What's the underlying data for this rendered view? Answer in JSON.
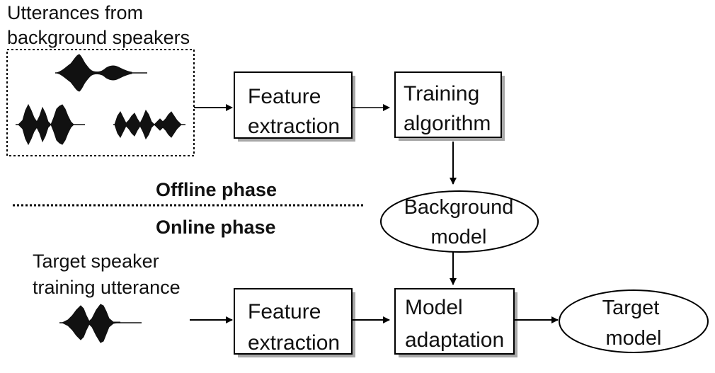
{
  "labels": {
    "background_utterances": [
      "Utterances from",
      "background speakers"
    ],
    "target_utterance": [
      "Target speaker",
      "training utterance"
    ]
  },
  "phases": {
    "offline": "Offline phase",
    "online": "Online phase"
  },
  "nodes": {
    "feature_extraction_offline": [
      "Feature",
      "extraction"
    ],
    "training_algorithm": [
      "Training",
      "algorithm"
    ],
    "background_model": [
      "Background",
      "model"
    ],
    "feature_extraction_online": [
      "Feature",
      "extraction"
    ],
    "model_adaptation": [
      "Model",
      "adaptation"
    ],
    "target_model": [
      "Target",
      "model"
    ]
  },
  "colors": {
    "box_shadow": "#a8a8a8",
    "line": "#000000",
    "waveform": "#111111"
  }
}
